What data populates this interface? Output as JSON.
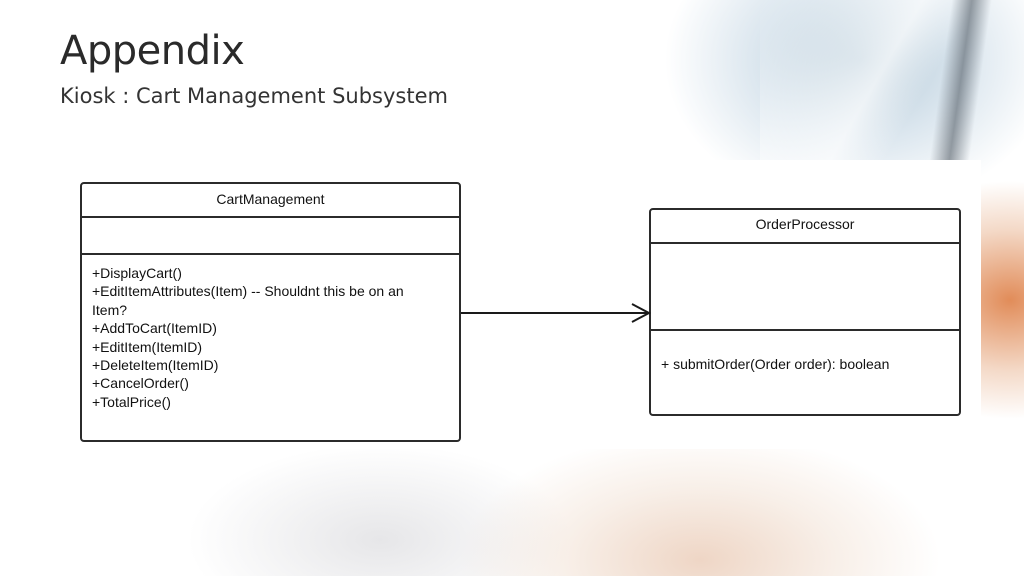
{
  "slide": {
    "title": "Appendix",
    "subtitle": "Kiosk : Cart Management Subsystem"
  },
  "diagram": {
    "classes": [
      {
        "name": "CartManagement",
        "attributes": [],
        "methods": [
          "+DisplayCart()",
          "+EditItemAttributes(Item) -- Shouldnt this be on an",
          "Item?",
          "+AddToCart(ItemID)",
          "+EditItem(ItemID)",
          "+DeleteItem(ItemID)",
          "+CancelOrder()",
          "+TotalPrice()"
        ]
      },
      {
        "name": "OrderProcessor",
        "attributes": [],
        "methods": [
          "+ submitOrder(Order order): boolean"
        ]
      }
    ],
    "relationships": [
      {
        "from": "CartManagement",
        "to": "OrderProcessor",
        "type": "association-open-arrow"
      }
    ]
  }
}
